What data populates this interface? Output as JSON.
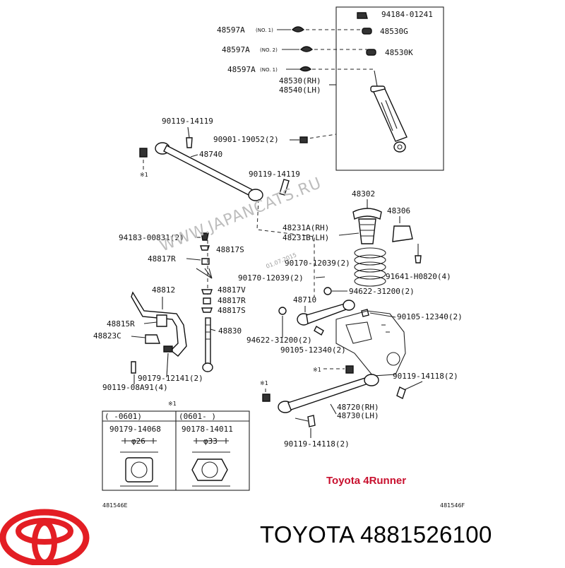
{
  "labels": {
    "l_94184": "94184-01241",
    "l_48530g": "48530G",
    "l_48530k": "48530K",
    "l_48597a": "48597A",
    "l_no1": "(NO. 1)",
    "l_no2": "(NO. 2)",
    "l_48530": "48530(RH)",
    "l_48540": "48540(LH)",
    "l_90119_14119a": "90119-14119",
    "l_90901": "90901-19052(2)",
    "l_48740": "48740",
    "l_90119_14119b": "90119-14119",
    "l_48302": "48302",
    "l_48306": "48306",
    "l_94183": "94183-00831(2)",
    "l_48817s": "48817S",
    "l_48817r": "48817R",
    "l_48231a": "48231A(RH)",
    "l_48231b": "48231B(LH)",
    "l_90170a": "90170-12039(2)",
    "l_90170b": "90170-12039(2)",
    "l_91641": "91641-H0820(4)",
    "l_48812": "48812",
    "l_48817v": "48817V",
    "l_48817r2": "48817R",
    "l_48817s2": "48817S",
    "l_94622a": "94622-31200(2)",
    "l_48710": "48710",
    "l_90105a": "90105-12340(2)",
    "l_48815r": "48815R",
    "l_48823c": "48823C",
    "l_48830": "48830",
    "l_94622b": "94622-31200(2)",
    "l_90105b": "90105-12340(2)",
    "l_90179": "90179-12141(2)",
    "l_90119_08a91": "90119-08A91(4)",
    "l_90119_14118a": "90119-14118(2)",
    "l_48720": "48720(RH)",
    "l_48730": "48730(LH)",
    "l_90119_14118b": "90119-14118(2)",
    "note_mark": "※1",
    "table_note": "※1",
    "col1_head": "(   -0601)",
    "col2_head": "(0601-   )",
    "col1_part": "90179-14068",
    "col2_part": "90178-14011",
    "col1_dim": "φ26",
    "col2_dim": "φ33",
    "code_left": "481546E",
    "code_right": "481546F"
  },
  "watermark": {
    "text": "WWW.JAPANCATS.RU",
    "date": "01.07.2015"
  },
  "vehicle": "Toyota 4Runner",
  "footer": "TOYOTA 4881526100",
  "colors": {
    "brand_red": "#c8102e",
    "logo_red": "#e31e24",
    "ink": "#111111",
    "watermark": "#bdbdbd"
  }
}
